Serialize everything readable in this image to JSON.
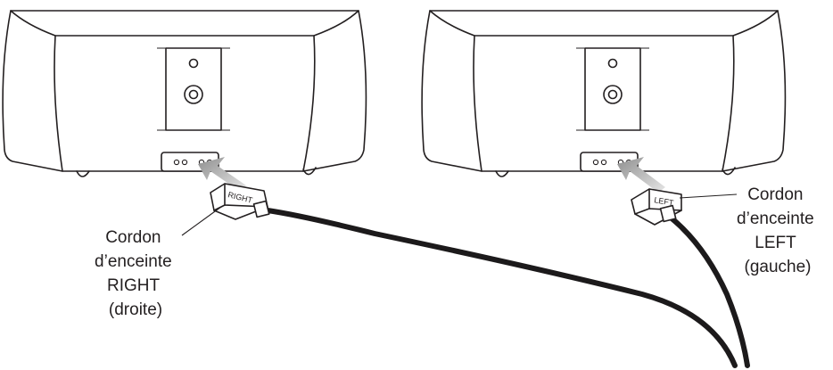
{
  "speakers": [
    {
      "name": "right-speaker"
    },
    {
      "name": "left-speaker"
    }
  ],
  "right_plug": {
    "marking": "RIGHT"
  },
  "left_plug": {
    "marking": "LEFT"
  },
  "right_label": {
    "lines": [
      "Cordon",
      "d’enceinte",
      "RIGHT",
      "(droite)"
    ]
  },
  "left_label": {
    "lines": [
      "Cordon",
      "d’enceinte",
      "LEFT",
      "(gauche)"
    ]
  },
  "colors": {
    "outline": "#231f20",
    "cable": "#1c1a1b",
    "arrow": "#9a9a9a"
  }
}
